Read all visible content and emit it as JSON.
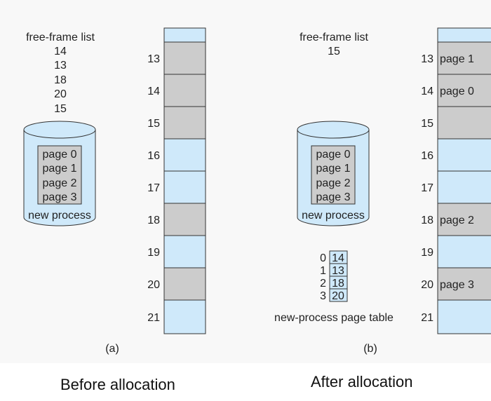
{
  "panel_a": {
    "free_frame_title": "free-frame list",
    "free_frames": [
      "14",
      "13",
      "18",
      "20",
      "15"
    ],
    "disk_pages": [
      "page 0",
      "page 1",
      "page 2",
      "page 3"
    ],
    "disk_label": "new process",
    "frames": [
      {
        "num": "",
        "status": "free",
        "label": ""
      },
      {
        "num": "13",
        "status": "used",
        "label": ""
      },
      {
        "num": "14",
        "status": "used",
        "label": ""
      },
      {
        "num": "15",
        "status": "used",
        "label": ""
      },
      {
        "num": "16",
        "status": "free",
        "label": ""
      },
      {
        "num": "17",
        "status": "free",
        "label": ""
      },
      {
        "num": "18",
        "status": "used",
        "label": ""
      },
      {
        "num": "19",
        "status": "free",
        "label": ""
      },
      {
        "num": "20",
        "status": "used",
        "label": ""
      },
      {
        "num": "21",
        "status": "free",
        "label": ""
      }
    ],
    "sub_label": "(a)"
  },
  "panel_b": {
    "free_frame_title": "free-frame list",
    "free_frames": [
      "15"
    ],
    "disk_pages": [
      "page 0",
      "page 1",
      "page 2",
      "page 3"
    ],
    "disk_label": "new process",
    "page_table": [
      {
        "page": "0",
        "frame": "14"
      },
      {
        "page": "1",
        "frame": "13"
      },
      {
        "page": "2",
        "frame": "18"
      },
      {
        "page": "3",
        "frame": "20"
      }
    ],
    "page_table_label": "new-process page table",
    "frames": [
      {
        "num": "",
        "status": "free",
        "label": ""
      },
      {
        "num": "13",
        "status": "used",
        "label": "page 1"
      },
      {
        "num": "14",
        "status": "used",
        "label": "page 0"
      },
      {
        "num": "15",
        "status": "used",
        "label": ""
      },
      {
        "num": "16",
        "status": "free",
        "label": ""
      },
      {
        "num": "17",
        "status": "free",
        "label": ""
      },
      {
        "num": "18",
        "status": "used",
        "label": "page 2"
      },
      {
        "num": "19",
        "status": "free",
        "label": ""
      },
      {
        "num": "20",
        "status": "used",
        "label": "page 3"
      },
      {
        "num": "21",
        "status": "free",
        "label": ""
      }
    ],
    "sub_label": "(b)"
  },
  "captions": {
    "before": "Before allocation",
    "after": "After allocation"
  },
  "colors": {
    "free_frame": "#cfe9fa",
    "used_frame": "#cccccc",
    "disk_fill": "#cfe9fa",
    "page_box": "#cccccc",
    "table_cell": "#cfe9fa"
  }
}
